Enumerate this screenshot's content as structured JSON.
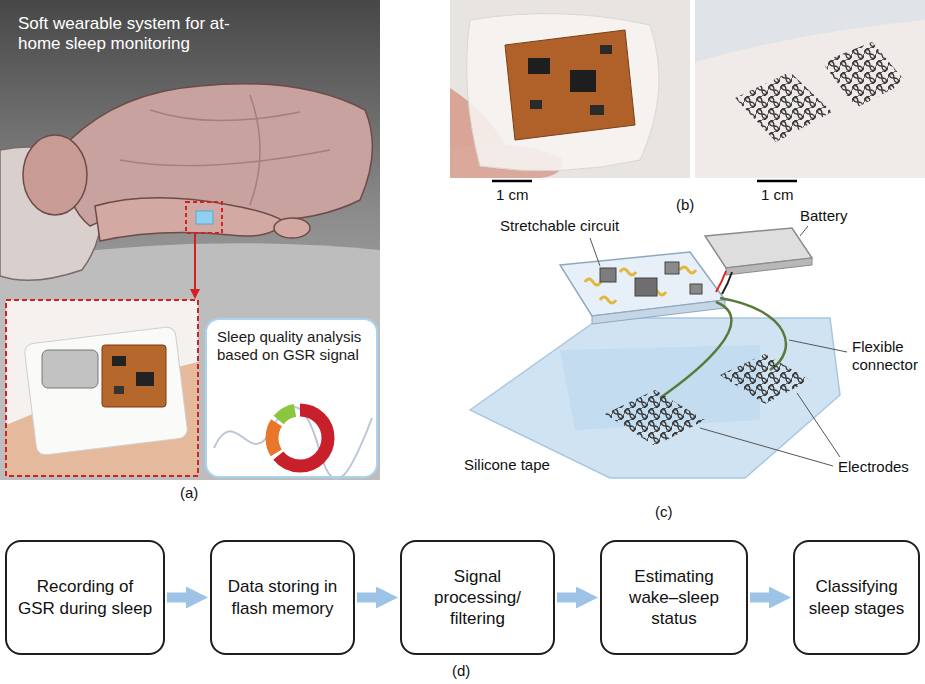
{
  "diagram": {
    "nodes": [
      {
        "text": [
          "Sleep quality analysis based on GSR signal"
        ]
      },
      {
        "text": [
          "Recording of GSR during sleep"
        ]
      },
      {
        "text": [
          "Data storing in flash memory"
        ]
      },
      {
        "text": [
          "Signal processing/ filtering"
        ]
      },
      {
        "text": [
          "Estimating wake–sleep status"
        ]
      },
      {
        "text": [
          "Classifying sleep stages"
        ]
      }
    ],
    "edges": [
      {
        "from": 1,
        "to": 2,
        "arrow": "to"
      },
      {
        "from": 2,
        "to": 3,
        "arrow": "to"
      },
      {
        "from": 3,
        "to": 4,
        "arrow": "to"
      },
      {
        "from": 4,
        "to": 5,
        "arrow": "to"
      }
    ],
    "labels": [
      "Soft wearable system for at-home sleep monitoring",
      "(a)",
      "1 cm",
      "1 cm",
      "(b)",
      "Stretchable circuit",
      "Battery",
      "Flexible connector",
      "Silicone tape",
      "Electrodes",
      "(c)",
      "(d)"
    ]
  }
}
